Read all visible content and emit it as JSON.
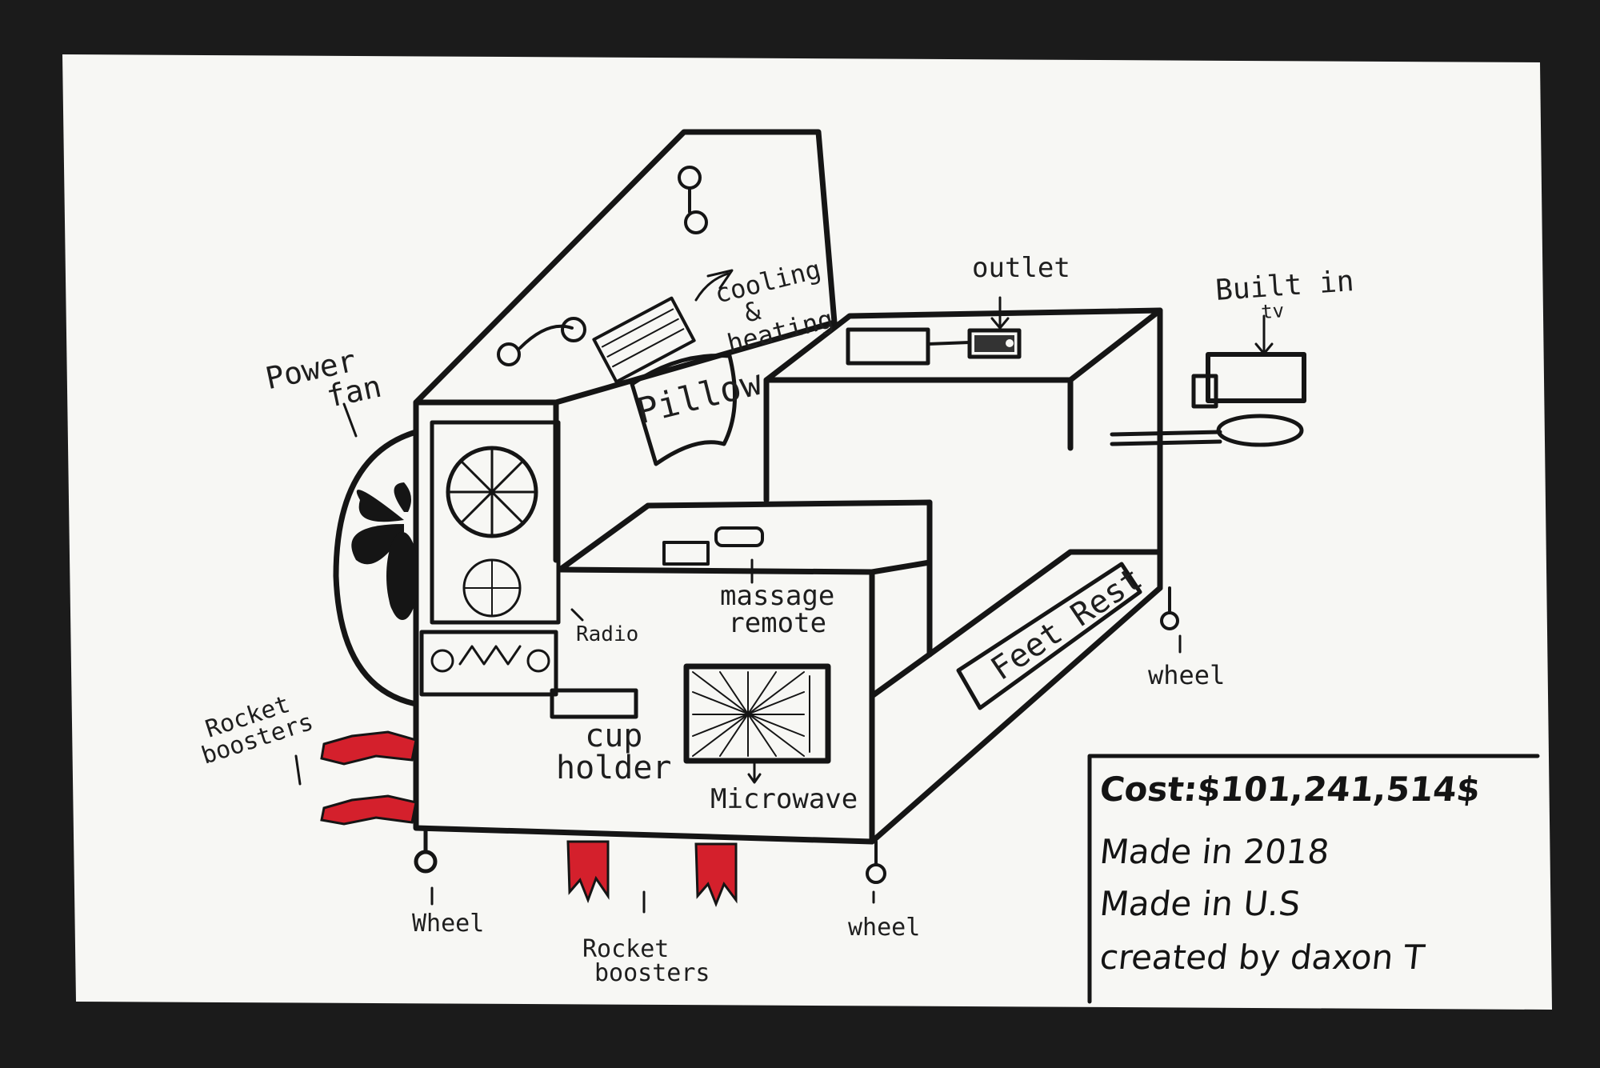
{
  "labels": {
    "power_fan": [
      "Power",
      "fan"
    ],
    "cooling_heating": [
      "cooling",
      "&",
      "heating"
    ],
    "pillow": "Pillow",
    "outlet": "outlet",
    "built_in_tv": [
      "Built in",
      "tv"
    ],
    "radio": "Radio",
    "cup_holder": [
      "cup",
      "holder"
    ],
    "massage_remote": [
      "massage",
      "remote"
    ],
    "microwave": "Microwave",
    "feet_rest": "Feet Rest",
    "wheel": "wheel",
    "wheel_left": "Wheel",
    "rocket_boosters": [
      "Rocket",
      "boosters"
    ]
  },
  "info_box": {
    "cost": "Cost:$101,241,514$",
    "made_year": "Made in 2018",
    "made_country": "Made in U.S",
    "created_by": "created by daxon T"
  },
  "colors": {
    "paper": "#f7f7f4",
    "background": "#1b1b1b",
    "ink": "#151515",
    "booster_red": "#d4202c"
  }
}
